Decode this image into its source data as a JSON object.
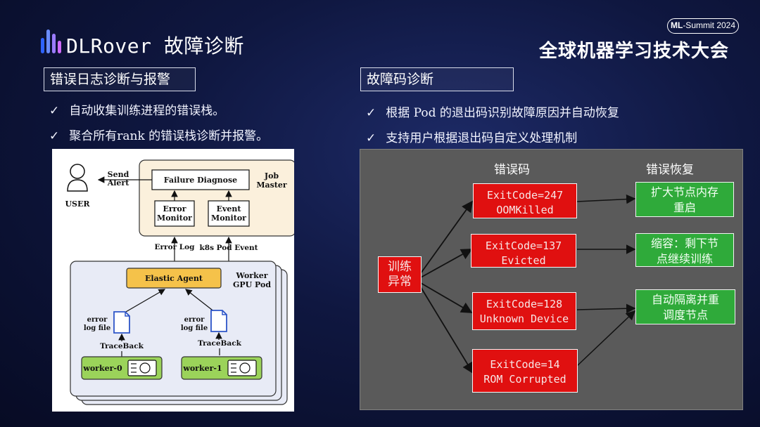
{
  "header": {
    "title": "DLRover 故障诊断",
    "summit_badge_bold": "ML",
    "summit_badge_rest": "-Summit 2024",
    "conference_title": "全球机器学习技术大会",
    "logo_colors": [
      "#2e63ff",
      "#6a8dff",
      "#9b7cff",
      "#d06bff"
    ]
  },
  "left_section": {
    "heading": "错误日志诊断与报警",
    "bullets": [
      "自动收集训练进程的错误栈。",
      "聚合所有rank 的错误栈诊断并报警。"
    ],
    "diagram": {
      "user_label": "USER",
      "send_alert": [
        "Send",
        "Alert"
      ],
      "failure_diagnose": "Failure Diagnose",
      "job_master": [
        "Job",
        "Master"
      ],
      "error_monitor": [
        "Error",
        "Monitor"
      ],
      "event_monitor": [
        "Event",
        "Monitor"
      ],
      "error_log": "Error Log",
      "k8s_pod_event": "k8s Pod Event",
      "elastic_agent": "Elastic Agent",
      "worker_gpu_pod": [
        "Worker",
        "GPU Pod"
      ],
      "error_log_file": [
        "error",
        "log file"
      ],
      "traceback": "TraceBack",
      "workers": [
        "worker-0",
        "worker-1"
      ]
    }
  },
  "right_section": {
    "heading": "故障码诊断",
    "bullets": [
      "根据 Pod 的退出码识别故障原因并自动恢复",
      "支持用户根据退出码自定义处理机制"
    ],
    "diagram": {
      "col_error_code": "错误码",
      "col_recovery": "错误恢复",
      "source": [
        "训练",
        "异常"
      ],
      "error_codes": [
        [
          "ExitCode=247",
          "OOMKilled"
        ],
        [
          "ExitCode=137",
          "Evicted"
        ],
        [
          "ExitCode=128",
          "Unknown Device"
        ],
        [
          "ExitCode=14",
          "ROM Corrupted"
        ]
      ],
      "recoveries": [
        [
          "扩大节点内存",
          "重启"
        ],
        [
          "缩容：剩下节",
          "点继续训练"
        ],
        [
          "自动隔离并重",
          "调度节点"
        ]
      ]
    }
  },
  "colors": {
    "error_box": "#e01010",
    "recovery_box": "#2faa3a",
    "job_master_bg": "#fbf0dc",
    "elastic_agent_bg": "#f5c24a",
    "worker_bg": "#9bd35a",
    "pod_bg": "#e8ebf6"
  }
}
